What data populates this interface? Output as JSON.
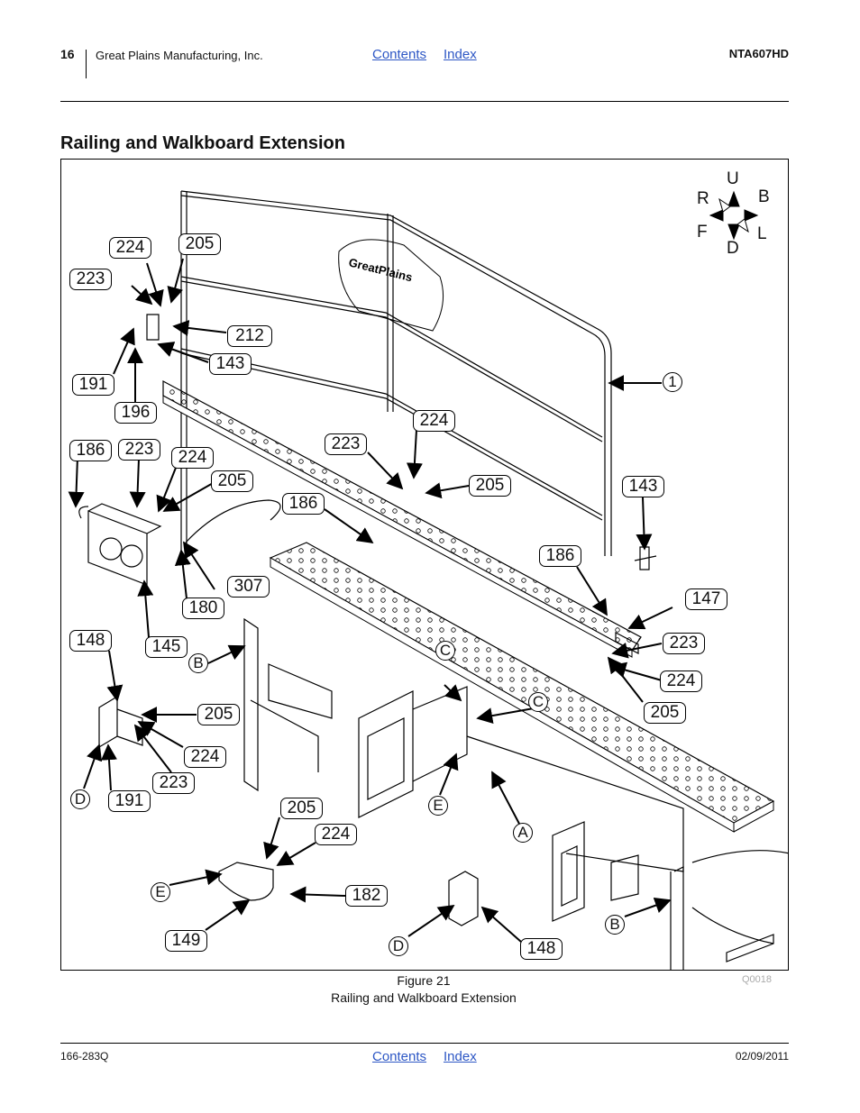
{
  "header": {
    "page_number": "16",
    "company": "Great Plains Manufacturing, Inc.",
    "contents_link": "Contents",
    "index_link": "Index",
    "model": "NTA607HD"
  },
  "section_title": "Railing and Walkboard Extension",
  "figure": {
    "compass": {
      "up": "U",
      "down": "D",
      "right": "R",
      "left": "L",
      "front": "F",
      "back": "B"
    },
    "railing_logo": "GreatPlains",
    "part_numbers": {
      "p224a": "224",
      "p205a": "205",
      "p223a": "223",
      "p212": "212",
      "p143a": "143",
      "p191a": "191",
      "p196": "196",
      "p1": "1",
      "p224b": "224",
      "p186a": "186",
      "p223b": "223",
      "p224c": "224",
      "p205b": "205",
      "p223c": "223",
      "p205c": "205",
      "p186b": "186",
      "p143b": "143",
      "p307": "307",
      "p180": "180",
      "p186c": "186",
      "p147": "147",
      "p148a": "148",
      "p145": "145",
      "p223d": "223",
      "p224d": "224",
      "p205d": "205",
      "p205e": "205",
      "p224e": "224",
      "p223e": "223",
      "p191b": "191",
      "p205f": "205",
      "p224f": "224",
      "p182": "182",
      "p149": "149",
      "p148b": "148"
    },
    "letters": {
      "b1": "B",
      "c1": "C",
      "c2": "C",
      "d1": "D",
      "e1": "E",
      "a1": "A",
      "e2": "E",
      "b2": "B",
      "d2": "D"
    },
    "code": "Q0018",
    "number": "Figure 21",
    "caption": "Railing and Walkboard Extension"
  },
  "footer": {
    "doc_number": "166-283Q",
    "contents_link": "Contents",
    "index_link": "Index",
    "date": "02/09/2011"
  }
}
